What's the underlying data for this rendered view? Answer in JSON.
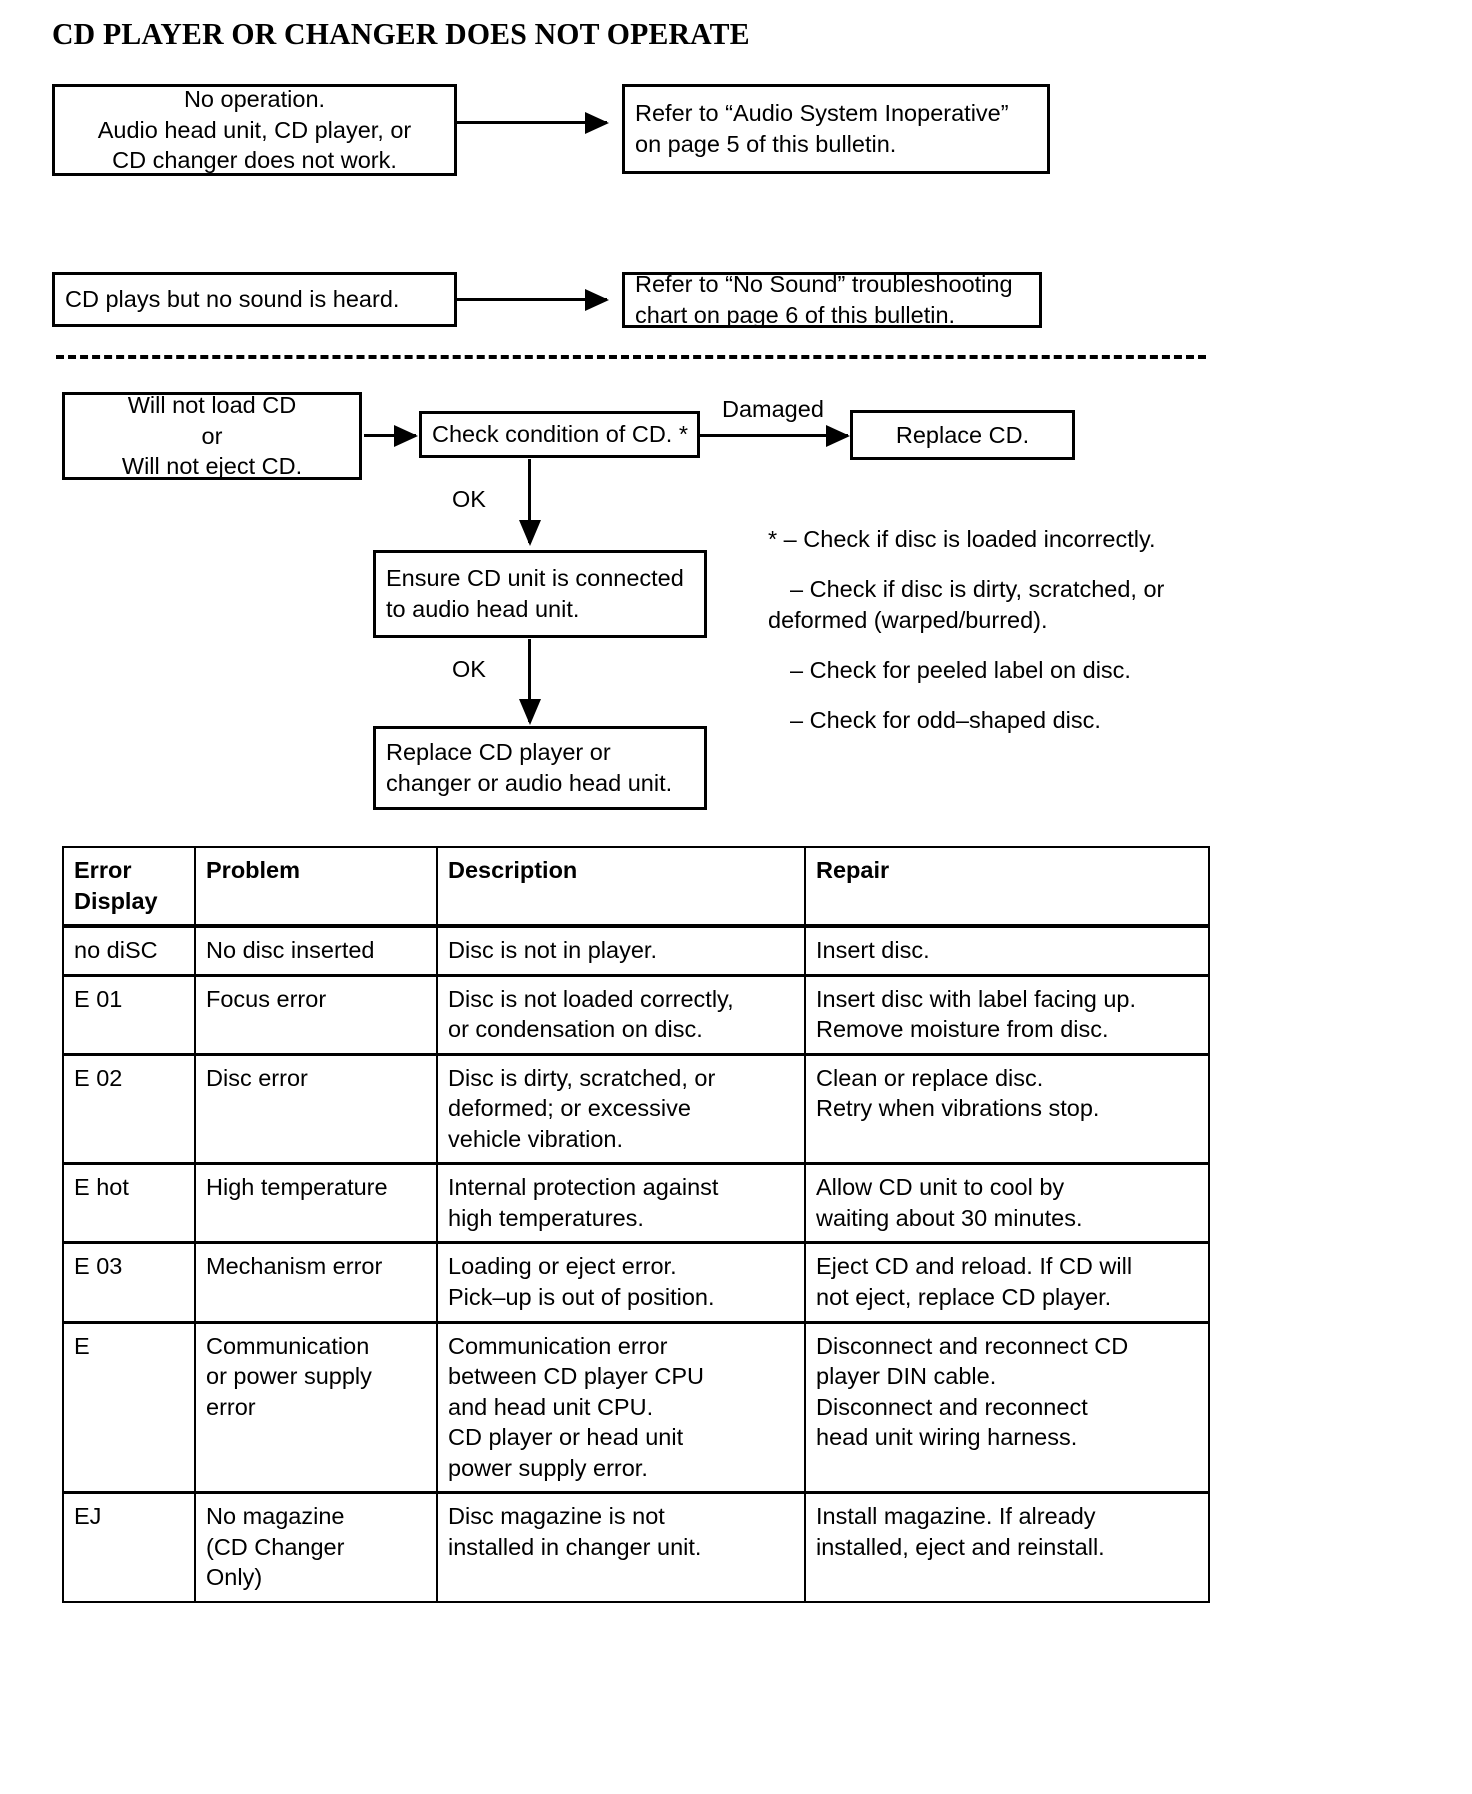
{
  "title": "CD PLAYER OR CHANGER DOES NOT OPERATE",
  "flowchart": {
    "row1": {
      "source": {
        "lines": [
          "No operation.",
          "Audio head unit, CD player, or",
          "CD changer does not work."
        ]
      },
      "target": {
        "lines": [
          "Refer to “Audio System Inoperative”",
          "on page 5 of this bulletin."
        ]
      }
    },
    "row2": {
      "source": {
        "lines": [
          "CD plays but no sound is heard."
        ]
      },
      "target": {
        "lines": [
          "Refer to “No Sound” troubleshooting",
          "chart on page 6 of this bulletin."
        ]
      }
    },
    "row3": {
      "start": {
        "lines": [
          "Will not load CD",
          "or",
          "Will not eject CD."
        ]
      },
      "decision": {
        "lines": [
          "Check condition of CD. *"
        ]
      },
      "damaged_label": "Damaged",
      "replace": {
        "lines": [
          "Replace CD."
        ]
      },
      "ok_label_1": "OK",
      "ensure": {
        "lines": [
          "Ensure CD unit is connected",
          "to audio head unit."
        ]
      },
      "ok_label_2": "OK",
      "replace_unit": {
        "lines": [
          "Replace CD player or",
          "changer or audio head unit."
        ]
      }
    }
  },
  "notes": {
    "marker": "*",
    "items": [
      {
        "lead": "* – Check if disc is loaded incorrectly.",
        "cont": ""
      },
      {
        "lead": "– Check if disc is dirty, scratched, or",
        "cont": "deformed (warped/burred)."
      },
      {
        "lead": "– Check for peeled label on disc.",
        "cont": ""
      },
      {
        "lead": "– Check for odd–shaped disc.",
        "cont": ""
      }
    ]
  },
  "table": {
    "headers": {
      "error_display": "Error\nDisplay",
      "error_display_line1": "Error",
      "error_display_line2": "Display",
      "problem": "Problem",
      "description": "Description",
      "repair": "Repair"
    },
    "rows": [
      {
        "error": [
          "no diSC"
        ],
        "problem": [
          "No disc inserted"
        ],
        "description": [
          "Disc is not in player."
        ],
        "repair": [
          "Insert disc."
        ]
      },
      {
        "error": [
          "E 01"
        ],
        "problem": [
          "Focus error"
        ],
        "description": [
          "Disc is not loaded correctly,",
          "or condensation on disc."
        ],
        "repair": [
          "Insert disc with label facing up.",
          "Remove moisture from disc."
        ]
      },
      {
        "error": [
          "E 02"
        ],
        "problem": [
          "Disc error"
        ],
        "description": [
          "Disc is dirty, scratched, or",
          "deformed; or excessive",
          "vehicle vibration."
        ],
        "repair": [
          "Clean or replace disc.",
          "Retry when vibrations stop."
        ]
      },
      {
        "error": [
          "E hot"
        ],
        "problem": [
          "High temperature"
        ],
        "description": [
          "Internal protection against",
          "high temperatures."
        ],
        "repair": [
          "Allow CD unit to cool by",
          "waiting about 30 minutes."
        ]
      },
      {
        "error": [
          "E 03"
        ],
        "problem": [
          "Mechanism error"
        ],
        "description": [
          "Loading or eject error.",
          "Pick–up is out of position."
        ],
        "repair": [
          "Eject CD and reload. If CD will",
          "not eject, replace CD player."
        ]
      },
      {
        "error": [
          "E"
        ],
        "problem": [
          "Communication",
          "or power supply",
          "error"
        ],
        "description": [
          "Communication error",
          "between CD player CPU",
          "and head unit CPU.",
          "CD player or head unit",
          "power supply error."
        ],
        "repair": [
          "Disconnect and reconnect CD",
          "player DIN cable.",
          "Disconnect and reconnect",
          "head unit wiring harness."
        ]
      },
      {
        "error": [
          "EJ"
        ],
        "problem": [
          "No magazine",
          "(CD Changer",
          "Only)"
        ],
        "description": [
          "Disc magazine is not",
          "installed in changer unit."
        ],
        "repair": [
          "Install magazine. If already",
          "installed, eject and reinstall."
        ]
      }
    ]
  }
}
